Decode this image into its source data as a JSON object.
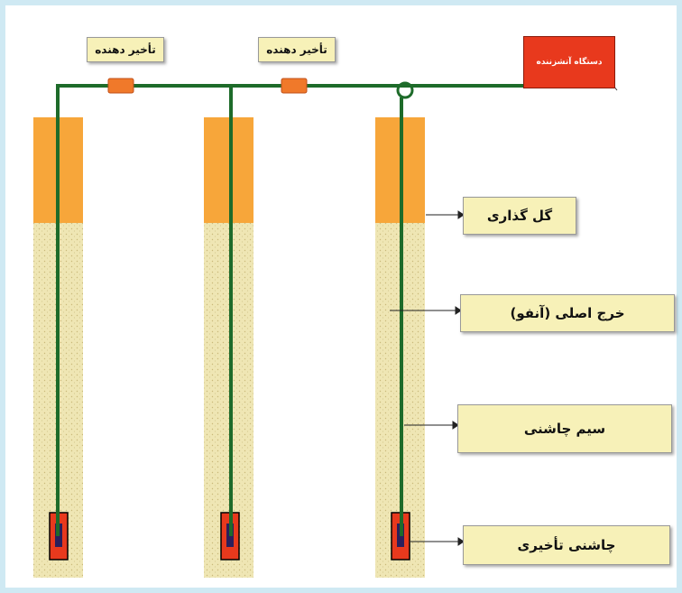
{
  "labels": {
    "delay_left": "تأخیر دهنده",
    "delay_right": "تأخیر دهنده",
    "blasting_machine": "دستگاه آتشزننده",
    "stemming": "گل گذاری",
    "main_charge": "خرج اصلی (آنفو)",
    "detonating_cord": "سیم چاشنی",
    "delay_detonator": "چاشنی تأخیری"
  },
  "colors": {
    "background": "#cfe9f3",
    "stemming": "#f7a63a",
    "charge": "#f0e8b8",
    "wire": "#1e6b2a",
    "detonator": "#e8391d",
    "label_fill": "#f7f1b8"
  }
}
